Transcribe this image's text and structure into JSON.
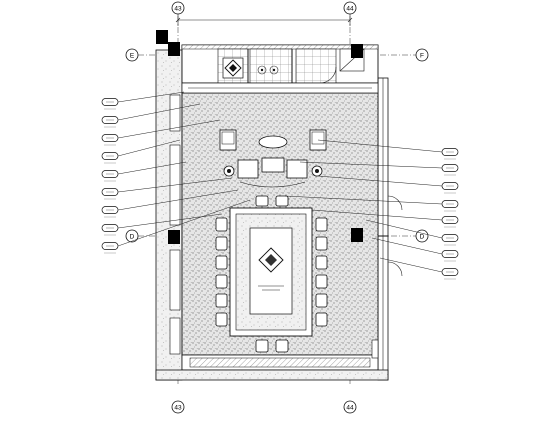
{
  "drawing": {
    "grid_top_left": "43",
    "grid_top_right": "44",
    "grid_bottom_left": "43",
    "grid_bottom_right": "44",
    "grid_left_upper": "E",
    "grid_right_upper": "F",
    "grid_left_lower": "D",
    "grid_right_lower": "D"
  },
  "colors": {
    "ink": "#111111",
    "hatch": "#9a9a9a",
    "column": "#000000",
    "paper": "#ffffff"
  }
}
